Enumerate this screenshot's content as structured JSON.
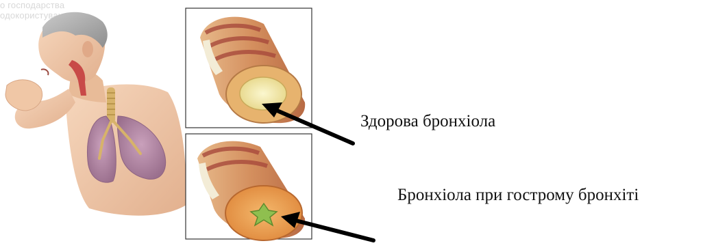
{
  "watermark": {
    "line1": "о господарства",
    "line2": "одокористування"
  },
  "labels": {
    "healthy_bronchiole": "Здорова бронхіола",
    "acute_bronchitis_bronchiole": "Бронхіола при гострому бронхіті"
  },
  "colors": {
    "skin": "#efc6a6",
    "lung": "#b98aa9",
    "airway_wall": "#d9a06a",
    "muscle": "#b5524a",
    "lumen_healthy": "#f4efb4",
    "lumen_inflamed": "#88b24a",
    "arrow": "#000000"
  }
}
